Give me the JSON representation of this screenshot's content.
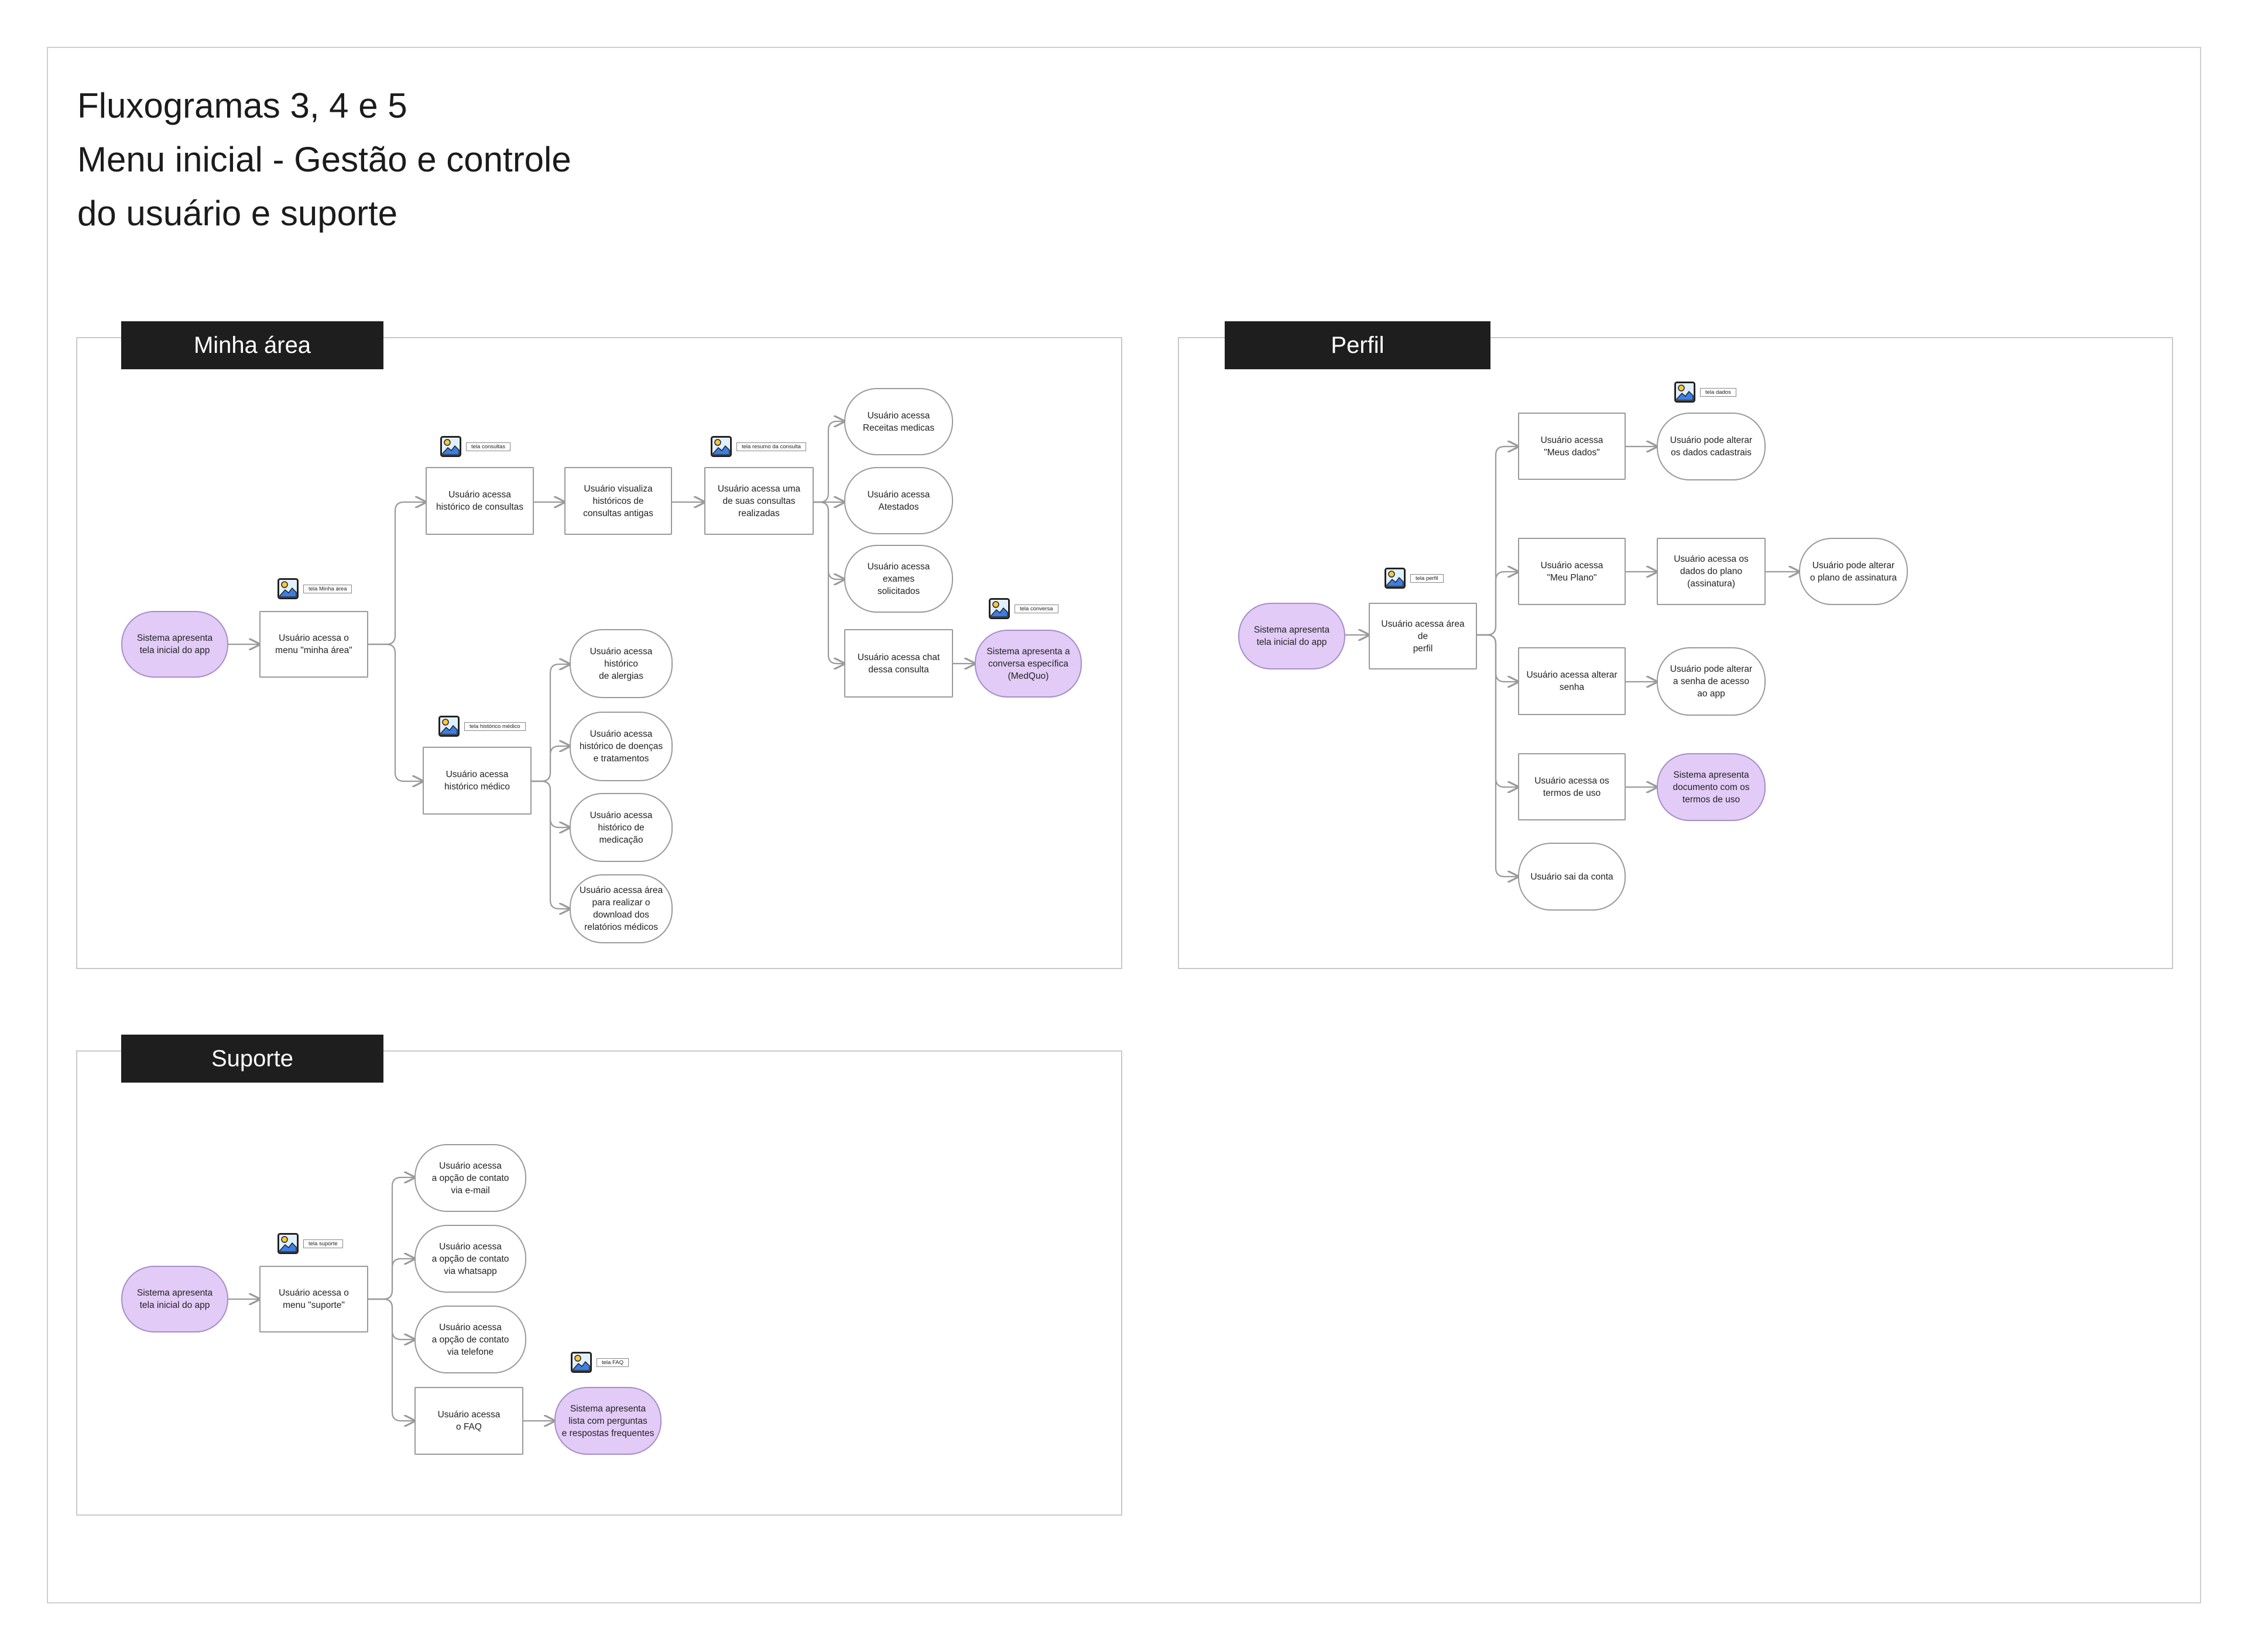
{
  "title_lines": [
    "Fluxogramas 3, 4 e 5",
    "Menu inicial - Gestão e controle",
    "do usuário e suporte"
  ],
  "sections": {
    "minha_area": {
      "label": "Minha área"
    },
    "perfil": {
      "label": "Perfil"
    },
    "suporte": {
      "label": "Suporte"
    }
  },
  "nodes": {
    "ma_start": "Sistema apresenta\ntela inicial do app",
    "ma_menu": "Usuário acessa o\nmenu \"minha área\"",
    "ma_hist_consultas": "Usuário acessa\nhistórico de consultas",
    "ma_visualiza": "Usuário visualiza\nhistóricos de\nconsultas antigas",
    "ma_acessa_uma": "Usuário acessa uma\nde suas consultas\nrealizadas",
    "ma_receitas": "Usuário acessa\nReceitas medicas",
    "ma_atestados": "Usuário acessa\nAtestados",
    "ma_exames": "Usuário acessa exames\nsolicitados",
    "ma_chat": "Usuário acessa chat\ndessa consulta",
    "ma_conversa": "Sistema apresenta a\nconversa específica\n(MedQuo)",
    "ma_hist_medico": "Usuário acessa\nhistórico médico",
    "ma_alergias": "Usuário acessa\nhistórico\nde alergias",
    "ma_doencas": "Usuário acessa\nhistórico de doenças\ne tratamentos",
    "ma_medicacao": "Usuário acessa\nhistórico de\nmedicação",
    "ma_relatorios": "Usuário acessa área\npara realizar o\ndownload dos\nrelatórios médicos",
    "pf_start": "Sistema apresenta\ntela inicial do app",
    "pf_area": "Usuário acessa área de\nperfil",
    "pf_meus_dados": "Usuário acessa\n\"Meus dados\"",
    "pf_alterar_dados": "Usuário pode alterar\nos dados cadastrais",
    "pf_meu_plano": "Usuário acessa\n\"Meu Plano\"",
    "pf_dados_plano": "Usuário acessa os\ndados do plano\n(assinatura)",
    "pf_alterar_plano": "Usuário pode alterar\no plano de assinatura",
    "pf_alterar_senha": "Usuário acessa alterar\nsenha",
    "pf_senha_acesso": "Usuário pode alterar\na senha de acesso\nao app",
    "pf_termos": "Usuário acessa os\ntermos de uso",
    "pf_doc_termos": "Sistema apresenta\ndocumento com os\ntermos de uso",
    "pf_sai": "Usuário sai da conta",
    "sp_start": "Sistema apresenta\ntela inicial do app",
    "sp_menu": "Usuário acessa o\nmenu \"suporte\"",
    "sp_email": "Usuário acessa\na opção de contato\nvia e-mail",
    "sp_whatsapp": "Usuário acessa\na opção de contato\nvia whatsapp",
    "sp_telefone": "Usuário acessa\na opção de contato\nvia telefone",
    "sp_faq": "Usuário acessa\no FAQ",
    "sp_lista_faq": "Sistema apresenta\nlista com perguntas\ne respostas frequentes"
  },
  "screen_refs": {
    "tela_minha_area": "tela Minha área",
    "tela_consultas": "tela consultas",
    "tela_resumo": "tela resumo da  consulta",
    "tela_conversa": "tela conversa",
    "tela_historico": "tela histórico médico",
    "tela_perfil": "tela perfil",
    "tela_dados": "tela dados",
    "tela_suporte": "tela suporte",
    "tela_faq": "tela FAQ"
  },
  "colors": {
    "tab_bg": "#1e1e1e",
    "system_node_fill": "#e2cbf6",
    "system_node_border": "#a58ec8",
    "connector": "#9a9a9a"
  },
  "icons": {
    "screen_reference": "image-icon",
    "connector_end": "arrow-icon"
  }
}
